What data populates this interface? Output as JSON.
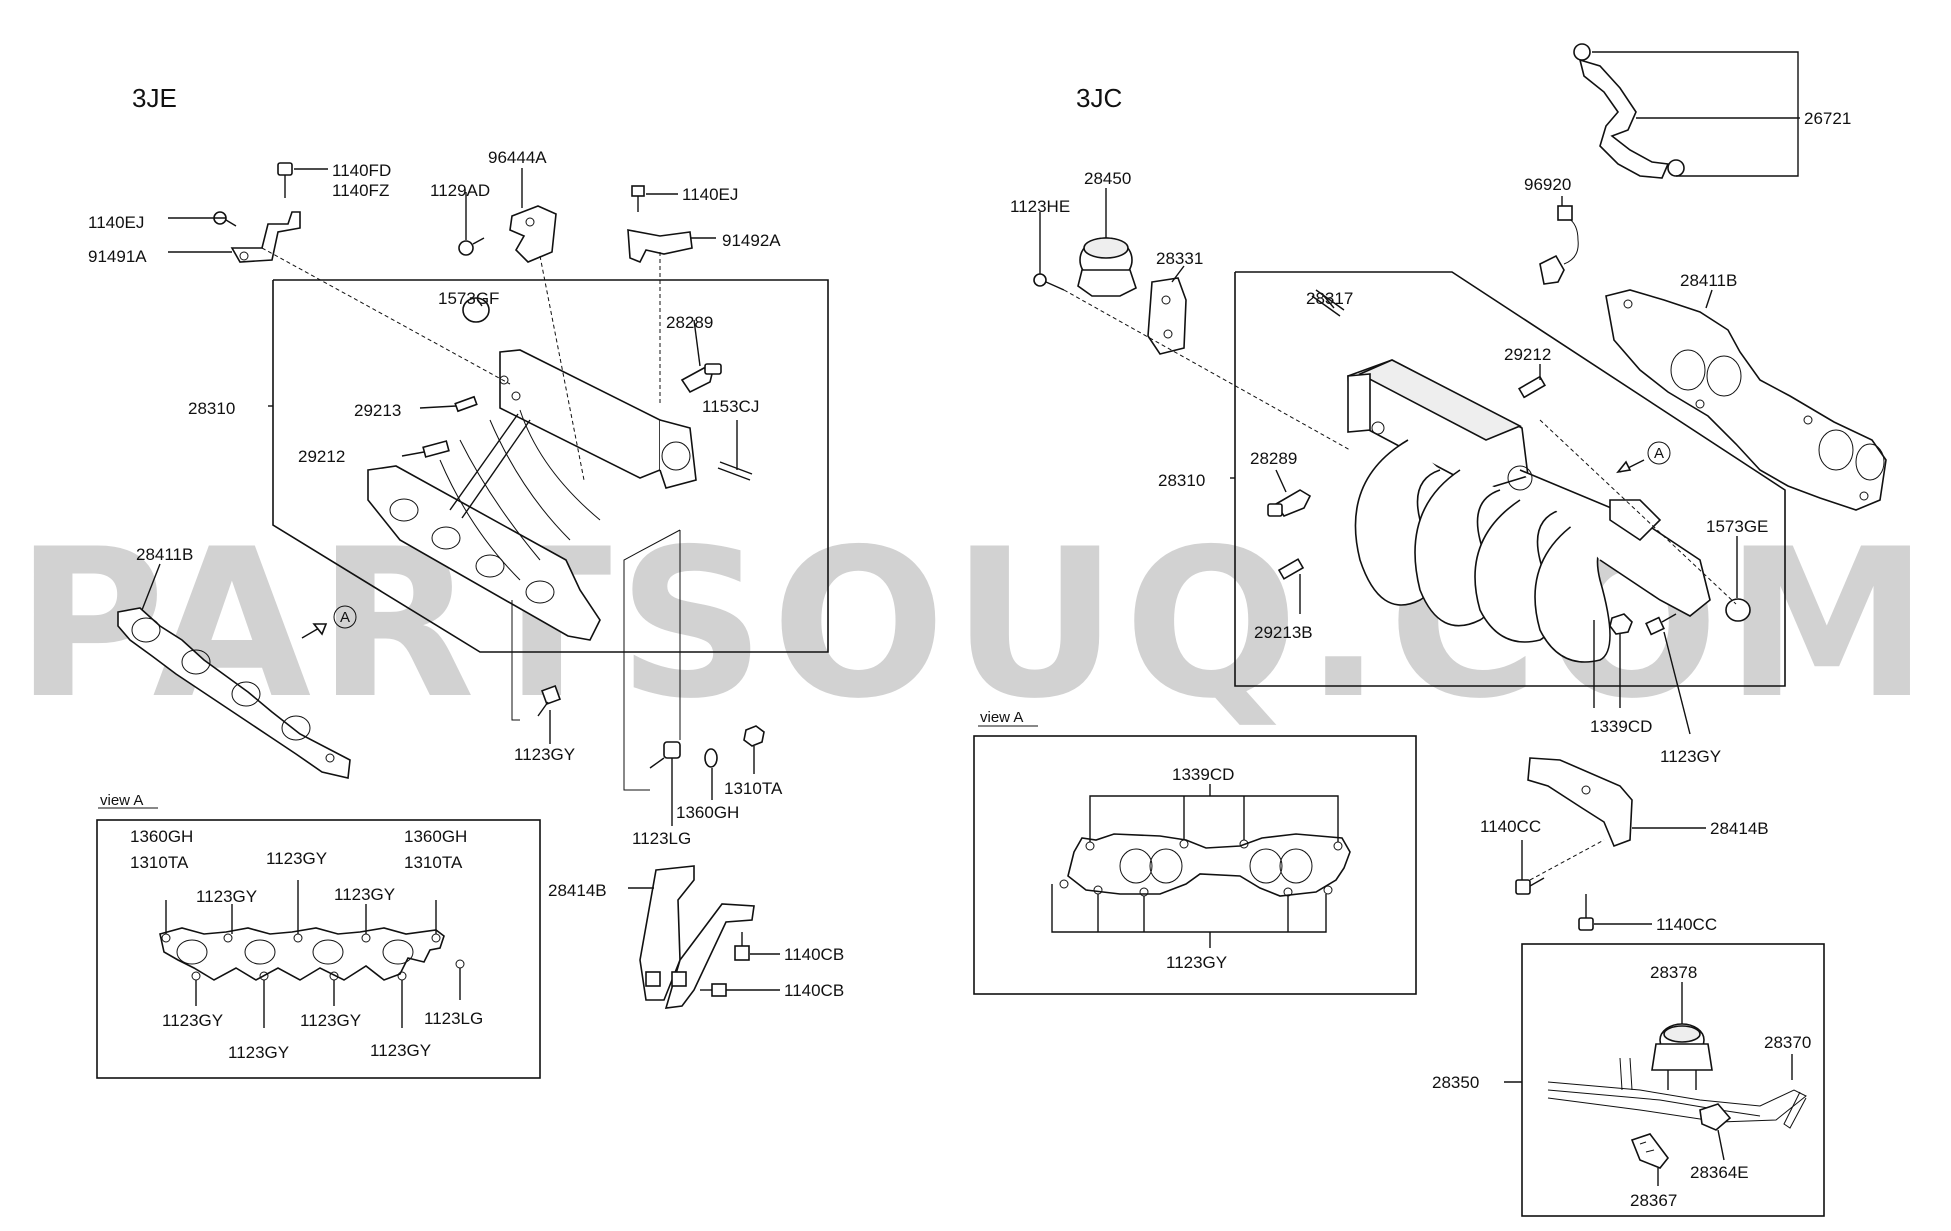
{
  "watermark": "PARTSOUQ.COM",
  "sections": {
    "left": "3JE",
    "right": "3JC"
  },
  "views": {
    "left": "view A",
    "right": "view A"
  },
  "marker": "A",
  "labels": {
    "l_1140FD": "1140FD",
    "l_1140FZ": "1140FZ",
    "l_1140EJ_a": "1140EJ",
    "l_91491A": "91491A",
    "l_96444A": "96444A",
    "l_1129AD": "1129AD",
    "l_1140EJ_b": "1140EJ",
    "l_91492A": "91492A",
    "l_1573GF": "1573GF",
    "l_28289_a": "28289",
    "l_28310_a": "28310",
    "l_29213": "29213",
    "l_1153CJ": "1153CJ",
    "l_29212_a": "29212",
    "l_28411B_a": "28411B",
    "l_1123GY_a": "1123GY",
    "l_1310TA_a": "1310TA",
    "l_1360GH_a": "1360GH",
    "l_1123LG_a": "1123LG",
    "l_28414B_a": "28414B",
    "l_1140CB_a": "1140CB",
    "l_1140CB_b": "1140CB",
    "va_1360GH_a": "1360GH",
    "va_1310TA_a": "1310TA",
    "va_1123GY_top": "1123GY",
    "va_1360GH_b": "1360GH",
    "va_1310TA_b": "1310TA",
    "va_1123GY_l": "1123GY",
    "va_1123GY_r": "1123GY",
    "va_1123GY_b1": "1123GY",
    "va_1123GY_b2": "1123GY",
    "va_1123GY_b3": "1123GY",
    "va_1123GY_b4": "1123GY",
    "va_1123LG": "1123LG",
    "r_26721": "26721",
    "r_28450": "28450",
    "r_1123HE": "1123HE",
    "r_28331": "28331",
    "r_96920": "96920",
    "r_28317": "28317",
    "r_28411B": "28411B",
    "r_29212": "29212",
    "r_28289": "28289",
    "r_28310": "28310",
    "r_1573GE": "1573GE",
    "r_29213B": "29213B",
    "r_1339CD": "1339CD",
    "r_1123GY": "1123GY",
    "r_1140CC_a": "1140CC",
    "r_28414B": "28414B",
    "r_1140CC_b": "1140CC",
    "rv_1339CD": "1339CD",
    "rv_1123GY": "1123GY",
    "r_28378": "28378",
    "r_28370": "28370",
    "r_28350": "28350",
    "r_28364E": "28364E",
    "r_28367": "28367"
  }
}
